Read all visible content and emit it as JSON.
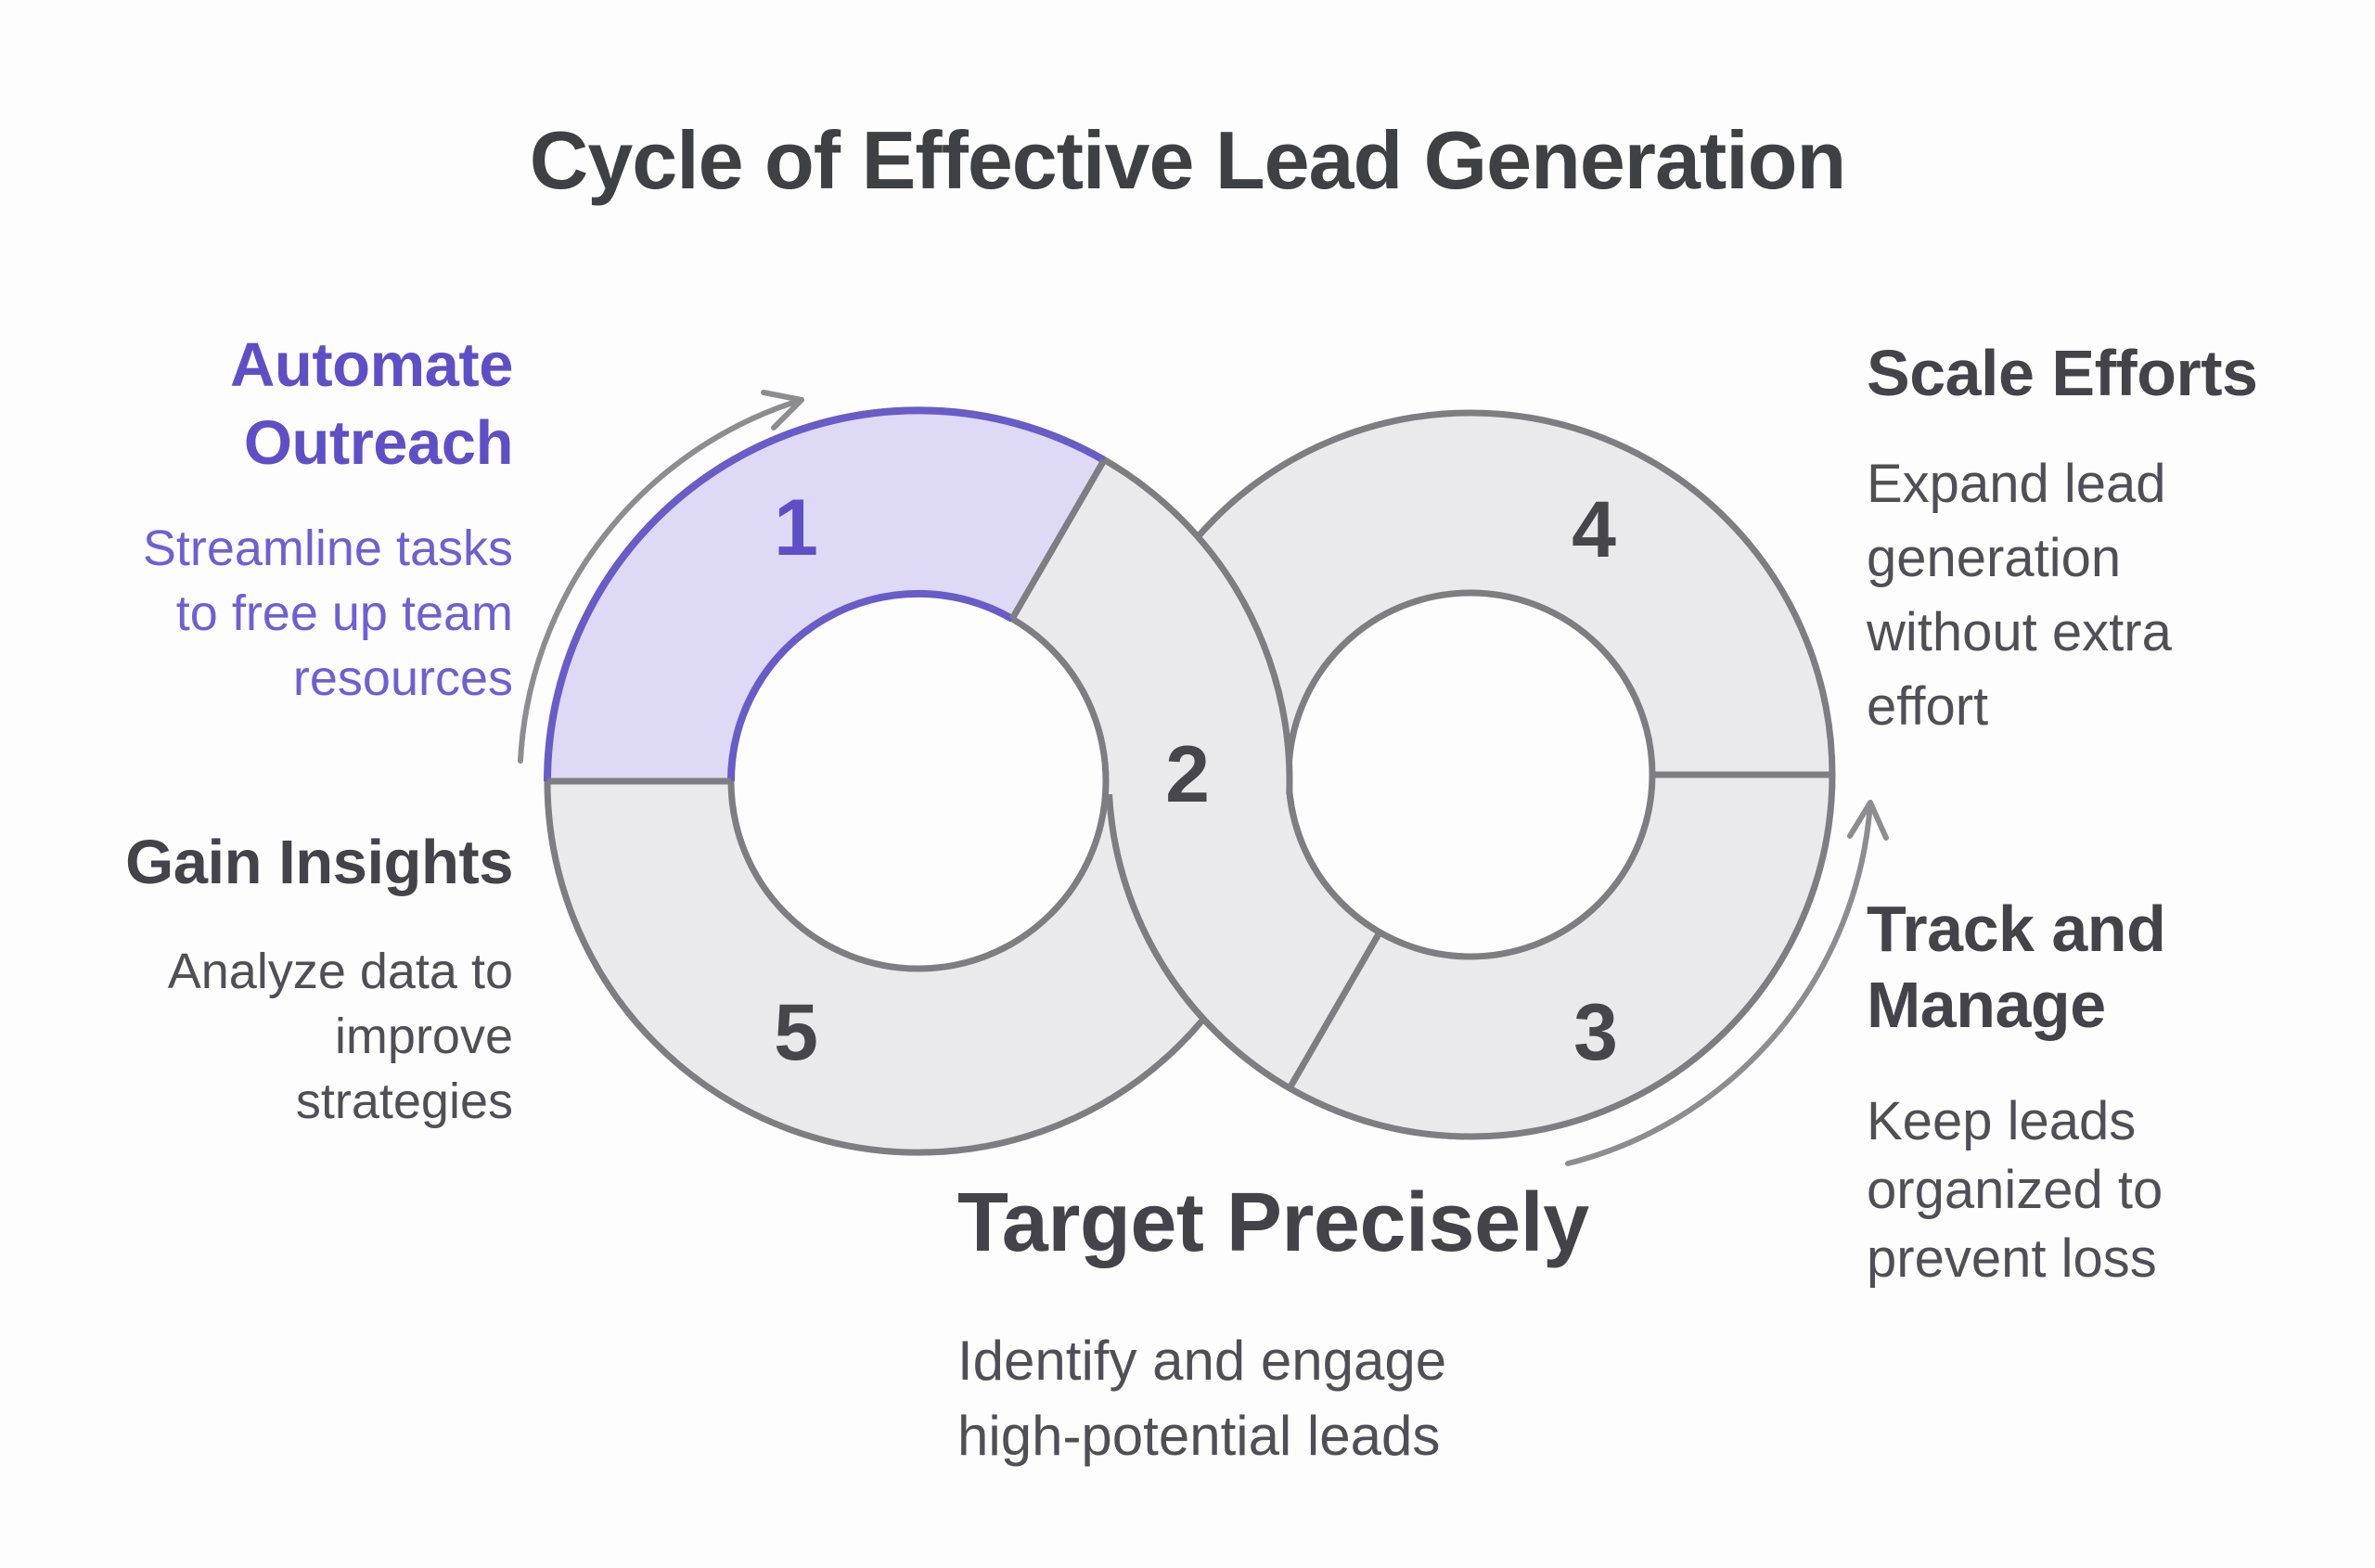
{
  "title": "Cycle of Effective Lead Generation",
  "steps": [
    {
      "number": "1",
      "heading_lines": [
        "Automate",
        "Outreach"
      ],
      "body_lines": [
        "Streamline tasks",
        "to free up team",
        "resources"
      ]
    },
    {
      "number": "2",
      "heading_lines": [
        "Target Precisely"
      ],
      "body_lines": [
        "Identify and engage",
        "high-potential leads"
      ]
    },
    {
      "number": "3",
      "heading_lines": [
        "Track and",
        "Manage"
      ],
      "body_lines": [
        "Keep leads",
        "organized to",
        "prevent loss"
      ]
    },
    {
      "number": "4",
      "heading_lines": [
        "Scale Efforts"
      ],
      "body_lines": [
        "Expand lead",
        "generation",
        "without extra",
        "effort"
      ]
    },
    {
      "number": "5",
      "heading_lines": [
        "Gain Insights"
      ],
      "body_lines": [
        "Analyze data to",
        "improve",
        "strategies"
      ]
    }
  ],
  "colors": {
    "accent_purple_text": "#5f4fc7",
    "purple_body_text": "#6e60d2",
    "purple_segment_fill": "#ded9f4",
    "purple_segment_stroke": "#685cc8",
    "gray_segment_fill": "#eaeaec",
    "gray_segment_stroke": "#7e7e82",
    "dark_heading_text": "#434349",
    "dark_body_text": "#4f4f55",
    "title_text": "#3f4044",
    "arrow_gray": "#8d8d90",
    "background": "#fdfdfe"
  }
}
